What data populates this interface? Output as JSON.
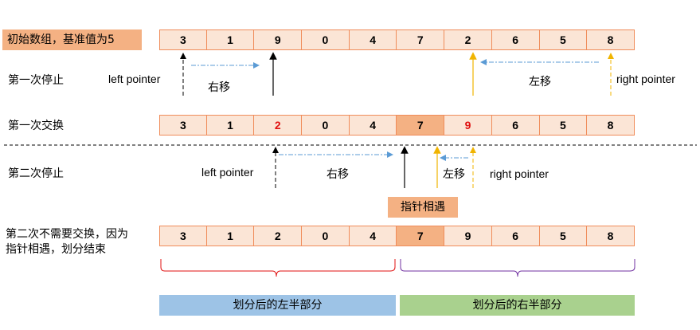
{
  "title_label": "初始数组，基准值为5",
  "row_labels": {
    "first_stop": "第一次停止",
    "first_swap": "第一次交换",
    "second_stop": "第二次停止",
    "second_no_swap_line1": "第二次不需要交换，因为",
    "second_no_swap_line2": "指针相遇，划分结束"
  },
  "arrays": {
    "initial": [
      "3",
      "1",
      "9",
      "0",
      "4",
      "7",
      "2",
      "6",
      "5",
      "8"
    ],
    "after_swap": [
      "3",
      "1",
      "2",
      "0",
      "4",
      "7",
      "9",
      "6",
      "5",
      "8"
    ],
    "final": [
      "3",
      "1",
      "2",
      "0",
      "4",
      "7",
      "9",
      "6",
      "5",
      "8"
    ]
  },
  "pointers": {
    "left_pointer_1": "left pointer",
    "right_pointer_1": "right pointer",
    "move_right_1": "右移",
    "move_left_1": "左移",
    "left_pointer_2": "left pointer",
    "right_pointer_2": "right pointer",
    "move_right_2": "右移",
    "move_left_2": "左移",
    "meet": "指针相遇"
  },
  "partitions": {
    "left_half": "划分后的左半部分",
    "right_half": "划分后的右半部分"
  },
  "colors": {
    "cell_fill": "#fbe5d6",
    "cell_border": "#f08c5a",
    "highlight_fill": "#f4b183",
    "swap_text": "#e01010",
    "left_arrow_color": "#000000",
    "right_arrow_color": "#f0b400",
    "move_arrow_color": "#5b9bd5",
    "left_brace": "#e01010",
    "right_brace": "#7030a0",
    "left_band": "#9dc3e6",
    "right_band": "#a9d18e"
  }
}
